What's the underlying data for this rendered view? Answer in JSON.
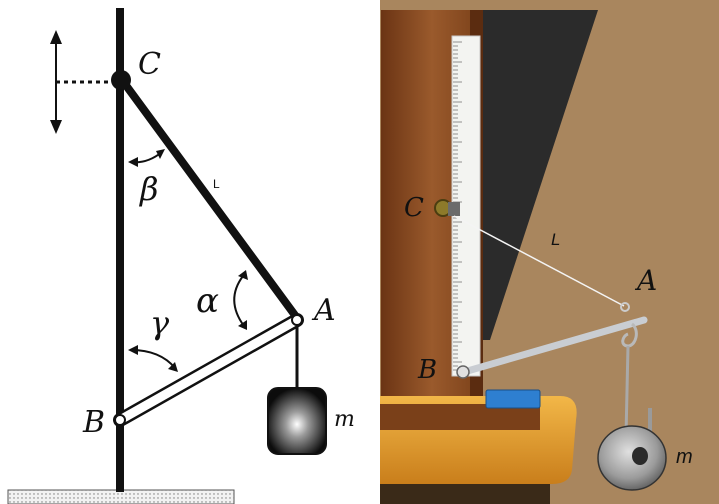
{
  "diagram": {
    "labels": {
      "C": "C",
      "A": "A",
      "B": "B",
      "L": "L",
      "m": "m",
      "alpha": "α",
      "beta": "β",
      "gamma": "γ"
    }
  },
  "photo": {
    "labels": {
      "C": "C",
      "L": "L",
      "A": "A",
      "B": "B",
      "m": "m"
    }
  },
  "colors": {
    "ink": "#111111",
    "wood": "#8a4e27",
    "wall": "#a9865e",
    "shadow": "#2b2b2b",
    "shelf": "#e9a233",
    "blue_block": "#2e7fd0",
    "ruler": "#f3f4f1",
    "rod": "#c9cdd2"
  }
}
